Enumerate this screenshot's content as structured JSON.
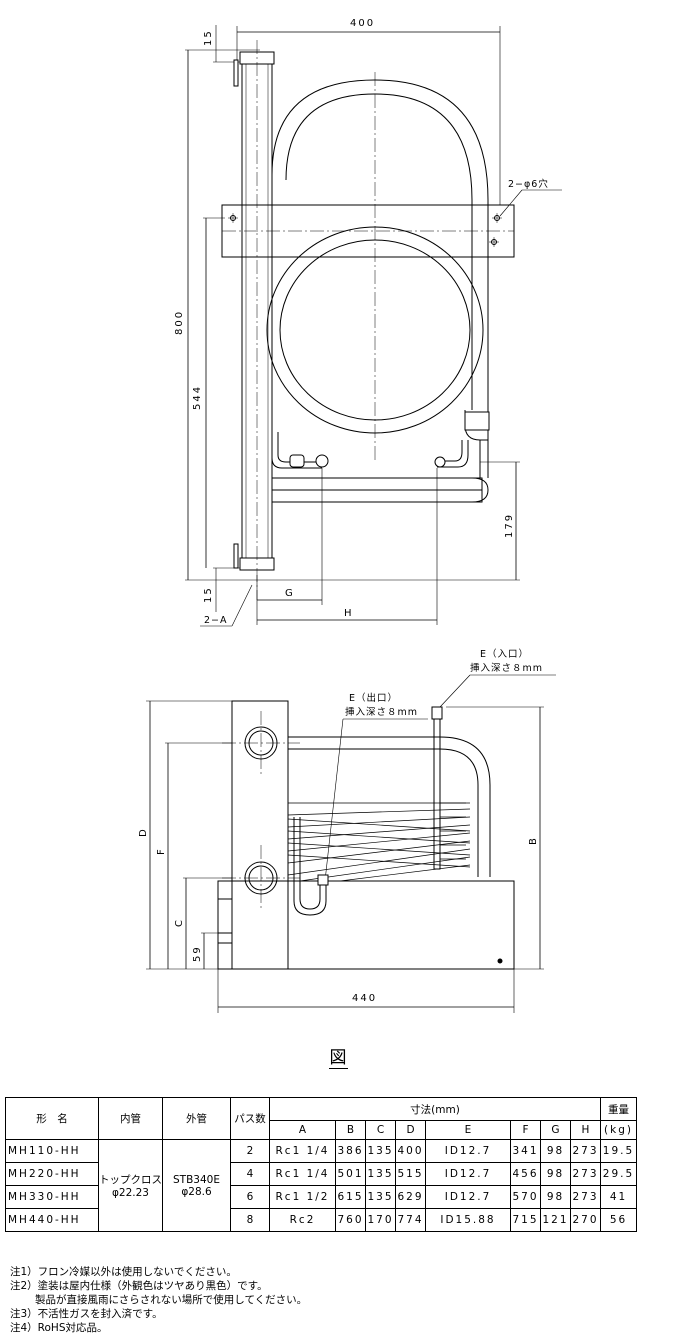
{
  "top_view": {
    "dim_width": "400",
    "dim_top_margin": "15",
    "dim_height": "800",
    "dim_mount": "544",
    "dim_bottom_margin": "15",
    "dim_offset": "179",
    "label_g": "G",
    "label_h": "H",
    "label_a": "2−A",
    "label_holes": "2−φ6穴"
  },
  "side_view": {
    "label_inlet": "E（入口）",
    "label_inlet_depth": "挿入深さ８mm",
    "label_outlet": "E（出口）",
    "label_outlet_depth": "挿入深さ８mm",
    "dim_d": "D",
    "dim_f": "F",
    "dim_c": "C",
    "dim_59": "59",
    "dim_b": "B",
    "dim_width": "440"
  },
  "caption": "図",
  "table": {
    "headers": {
      "model": "形　名",
      "inner": "内管",
      "outer": "外管",
      "passes": "パス数",
      "dims": "寸法(mm)",
      "weight": "重量",
      "weight_unit": "(kg)",
      "cols": [
        "A",
        "B",
        "C",
        "D",
        "E",
        "F",
        "G",
        "H"
      ]
    },
    "inner_pipe": [
      "トップクロス",
      "φ22.23"
    ],
    "outer_pipe": [
      "STB340E",
      "φ28.6"
    ],
    "rows": [
      {
        "model": "MH110-HH",
        "passes": "2",
        "A": "Rc1 1/4",
        "B": "386",
        "C": "135",
        "D": "400",
        "E": "ID12.7",
        "F": "341",
        "G": "98",
        "H": "273",
        "weight": "19.5"
      },
      {
        "model": "MH220-HH",
        "passes": "4",
        "A": "Rc1 1/4",
        "B": "501",
        "C": "135",
        "D": "515",
        "E": "ID12.7",
        "F": "456",
        "G": "98",
        "H": "273",
        "weight": "29.5"
      },
      {
        "model": "MH330-HH",
        "passes": "6",
        "A": "Rc1 1/2",
        "B": "615",
        "C": "135",
        "D": "629",
        "E": "ID12.7",
        "F": "570",
        "G": "98",
        "H": "273",
        "weight": "41"
      },
      {
        "model": "MH440-HH",
        "passes": "8",
        "A": "Rc2",
        "B": "760",
        "C": "170",
        "D": "774",
        "E": "ID15.88",
        "F": "715",
        "G": "121",
        "H": "270",
        "weight": "56"
      }
    ]
  },
  "notes": [
    "注1）フロン冷媒以外は使用しないでください。",
    "注2）塗装は屋内仕様（外観色はツヤあり黒色）です。",
    "製品が直接風雨にさらされない場所で使用してください。",
    "注3）不活性ガスを封入済です。",
    "注4）RoHS対応品。"
  ]
}
